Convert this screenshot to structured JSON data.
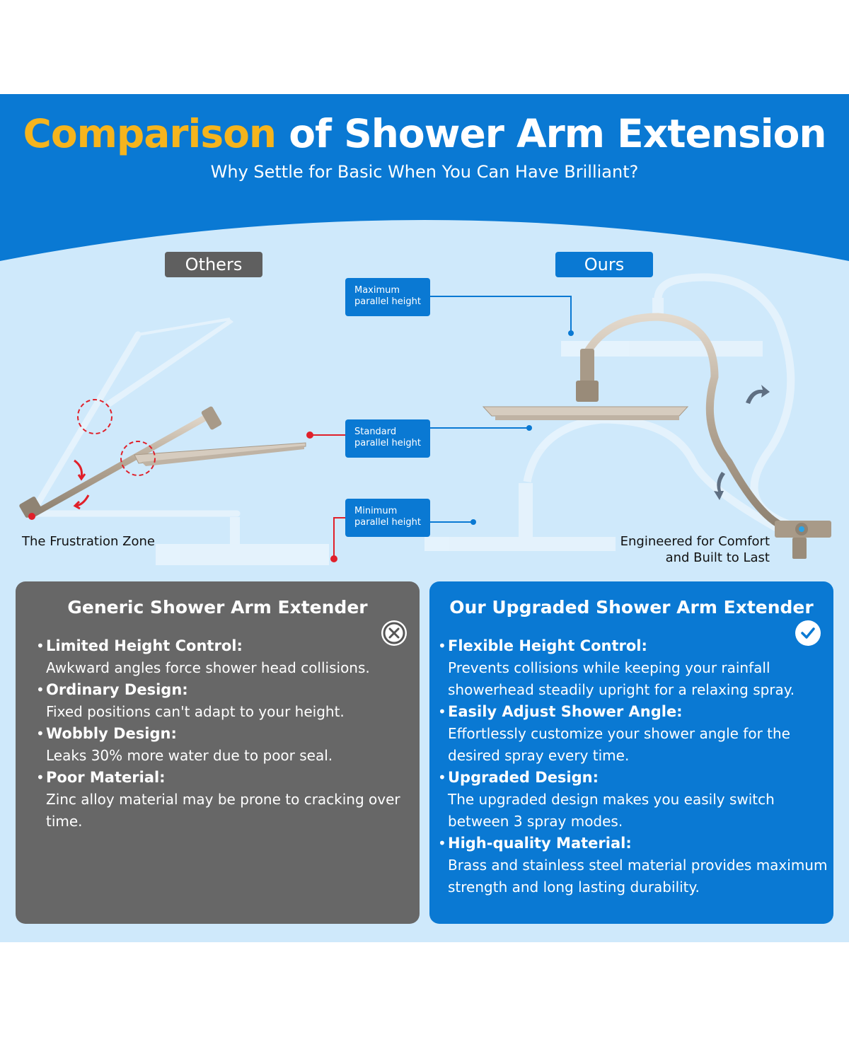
{
  "header": {
    "title_highlight": "Comparison",
    "title_rest": "of Shower Arm Extension",
    "subtitle": "Why Settle for Basic When You Can Have Brilliant?"
  },
  "scene": {
    "others_label": "Others",
    "ours_label": "Ours",
    "height_labels": {
      "maximum": [
        "Maximum",
        "parallel height"
      ],
      "standard": [
        "Standard",
        "parallel height"
      ],
      "minimum": [
        "Minimum",
        "parallel height"
      ]
    },
    "left_caption": "The Frustration Zone",
    "right_caption": [
      "Engineered for Comfort",
      "and Built to Last"
    ]
  },
  "cards": {
    "generic": {
      "title": "Generic Shower Arm Extender",
      "points": [
        {
          "title": "Limited Height Control:",
          "body": "Awkward angles force shower head collisions."
        },
        {
          "title": "Ordinary Design:",
          "body": "Fixed positions can't adapt to your height."
        },
        {
          "title": "Wobbly Design:",
          "body": "Leaks 30% more water due to poor seal."
        },
        {
          "title": "Poor Material:",
          "body": "Zinc alloy material may be prone to cracking over time."
        }
      ]
    },
    "upgraded": {
      "title": "Our Upgraded Shower Arm Extender",
      "points": [
        {
          "title": "Flexible Height Control:",
          "body": "Prevents collisions while keeping your rainfall showerhead steadily upright for a relaxing spray."
        },
        {
          "title": "Easily Adjust Shower Angle:",
          "body": "Effortlessly customize your shower angle for the desired spray every time."
        },
        {
          "title": "Upgraded Design:",
          "body": "The upgraded design makes you easily switch between 3 spray modes."
        },
        {
          "title": "High-quality Material:",
          "body": "Brass and stainless steel material provides maximum strength and long lasting durability."
        }
      ]
    }
  },
  "icons": {
    "generic_badge": "x-circle-icon",
    "upgraded_badge": "check-circle-icon"
  },
  "colors": {
    "brand_blue": "#0a79d3",
    "highlight": "#f5b41d",
    "generic_gray": "#676767",
    "sky": "#cfe9fb",
    "pointer_red": "#e0202a"
  }
}
